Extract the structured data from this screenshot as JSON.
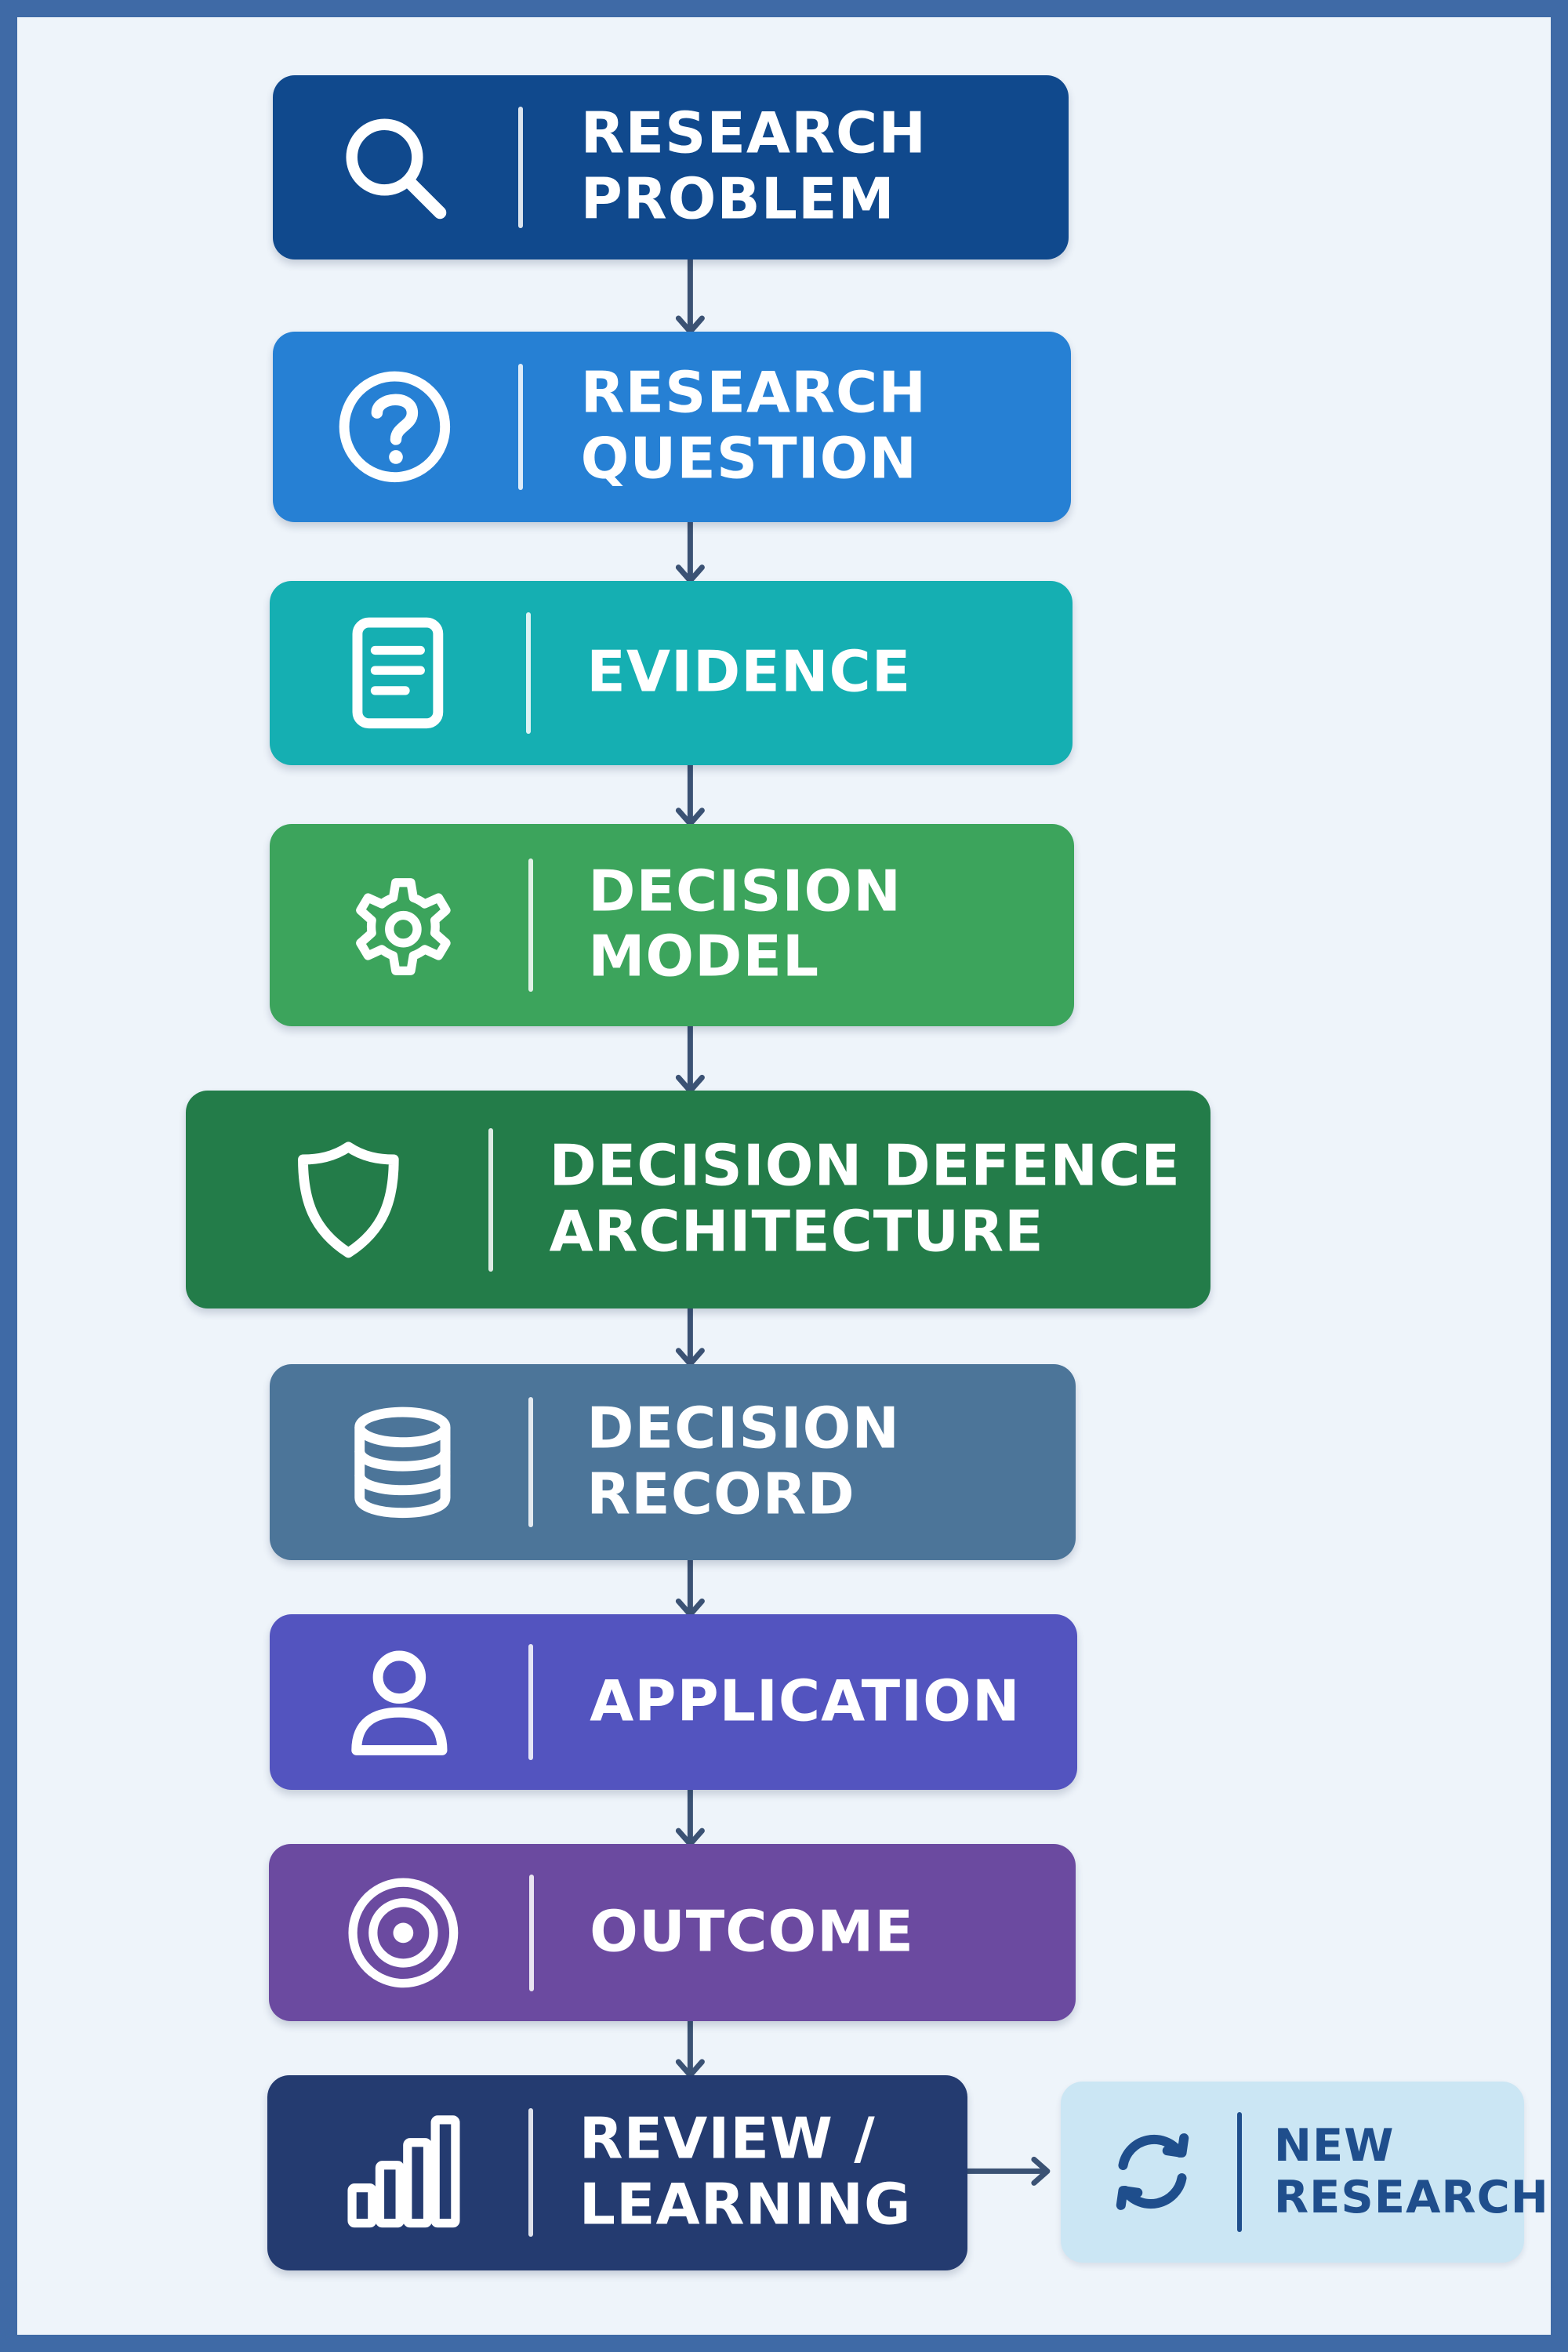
{
  "steps": [
    {
      "id": "research-problem",
      "lines": [
        "RESEARCH",
        "PROBLEM"
      ],
      "color": "#10498d",
      "icon": "search-icon"
    },
    {
      "id": "research-question",
      "lines": [
        "RESEARCH",
        "QUESTION"
      ],
      "color": "#2680d4",
      "icon": "question-circle-icon"
    },
    {
      "id": "evidence",
      "lines": [
        "EVIDENCE"
      ],
      "color": "#15afb2",
      "icon": "document-icon"
    },
    {
      "id": "decision-model",
      "lines": [
        "DECISION",
        "MODEL"
      ],
      "color": "#3ca45c",
      "icon": "gear-icon"
    },
    {
      "id": "decision-defence-architecture",
      "lines": [
        "DECISION DEFENCE",
        "ARCHITECTURE"
      ],
      "color": "#237c49",
      "icon": "shield-icon"
    },
    {
      "id": "decision-record",
      "lines": [
        "DECISION",
        "RECORD"
      ],
      "color": "#4c7599",
      "icon": "database-icon"
    },
    {
      "id": "application",
      "lines": [
        "APPLICATION"
      ],
      "color": "#5354bf",
      "icon": "user-icon"
    },
    {
      "id": "outcome",
      "lines": [
        "OUTCOME"
      ],
      "color": "#6b4aa0",
      "icon": "target-icon"
    },
    {
      "id": "review-learning",
      "lines": [
        "REVIEW /",
        "LEARNING"
      ],
      "color": "#243b70",
      "icon": "bar-chart-icon"
    }
  ],
  "side": {
    "id": "new-research",
    "lines": [
      "NEW",
      "RESEARCH"
    ],
    "color": "#cbe6f4",
    "text_color": "#1f4e8c",
    "icon": "refresh-icon"
  },
  "arrow_color": "#3b5274"
}
